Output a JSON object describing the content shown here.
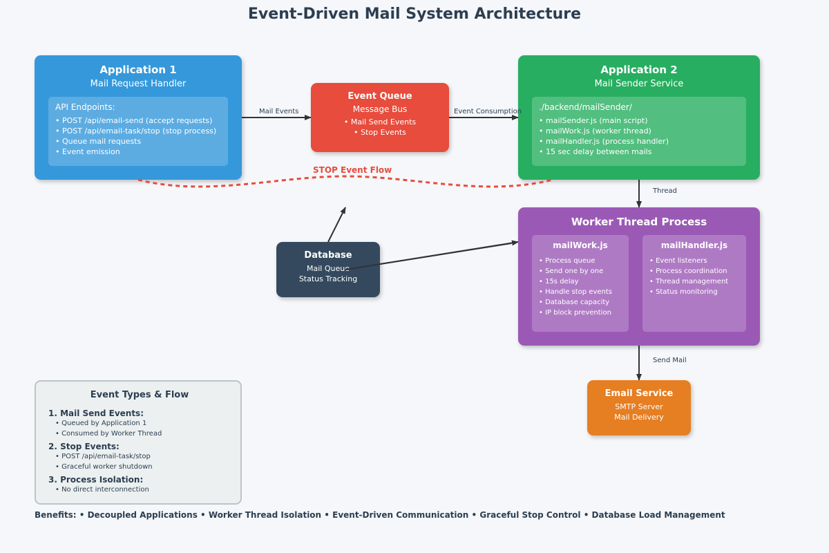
{
  "title": "Event-Driven Mail System Architecture",
  "colors": {
    "app1": "#3498db",
    "queue": "#e74c3c",
    "app2": "#27ae60",
    "worker": "#9b59b6",
    "database": "#34495e",
    "email": "#e67e22",
    "stop_flow": "#e74c3c"
  },
  "app1": {
    "title": "Application 1",
    "subtitle": "Mail Request Handler",
    "panel_heading": "API Endpoints:",
    "items": [
      "• POST /api/email-send (accept requests)",
      "• POST /api/email-task/stop (stop process)",
      "• Queue mail requests",
      "• Event emission"
    ]
  },
  "queue": {
    "title": "Event Queue",
    "subtitle": "Message Bus",
    "items": [
      "• Mail Send Events",
      "• Stop Events"
    ]
  },
  "app2": {
    "title": "Application 2",
    "subtitle": "Mail Sender Service",
    "panel_heading": "./backend/mailSender/",
    "items": [
      "• mailSender.js (main script)",
      "• mailWork.js (worker thread)",
      "• mailHandler.js (process handler)",
      "• 15 sec delay between mails"
    ]
  },
  "worker": {
    "title": "Worker Thread Process",
    "mailwork": {
      "title": "mailWork.js",
      "items": [
        "• Process queue",
        "• Send one by one",
        "• 15s delay",
        "• Handle stop events",
        "• Database capacity",
        "• IP block prevention"
      ]
    },
    "mailhandler": {
      "title": "mailHandler.js",
      "items": [
        "• Event listeners",
        "• Process coordination",
        "• Thread management",
        "• Status monitoring"
      ]
    }
  },
  "database": {
    "title": "Database",
    "line1": "Mail Queue",
    "line2": "Status Tracking"
  },
  "email": {
    "title": "Email Service",
    "line1": "SMTP Server",
    "line2": "Mail Delivery"
  },
  "edges": {
    "mail_events": "Mail Events",
    "event_consumption": "Event Consumption",
    "thread": "Thread",
    "send_mail": "Send Mail",
    "stop_flow": "STOP Event Flow"
  },
  "legend": {
    "title": "Event Types & Flow",
    "sections": [
      {
        "heading": "1. Mail Send Events:",
        "items": [
          "• Queued by Application 1",
          "• Consumed by Worker Thread"
        ]
      },
      {
        "heading": "2. Stop Events:",
        "items": [
          "• POST /api/email-task/stop",
          "• Graceful worker shutdown"
        ]
      },
      {
        "heading": "3. Process Isolation:",
        "items": [
          "• No direct interconnection"
        ]
      }
    ]
  },
  "benefits": "Benefits: • Decoupled Applications • Worker Thread Isolation • Event-Driven Communication • Graceful Stop Control • Database Load Management"
}
